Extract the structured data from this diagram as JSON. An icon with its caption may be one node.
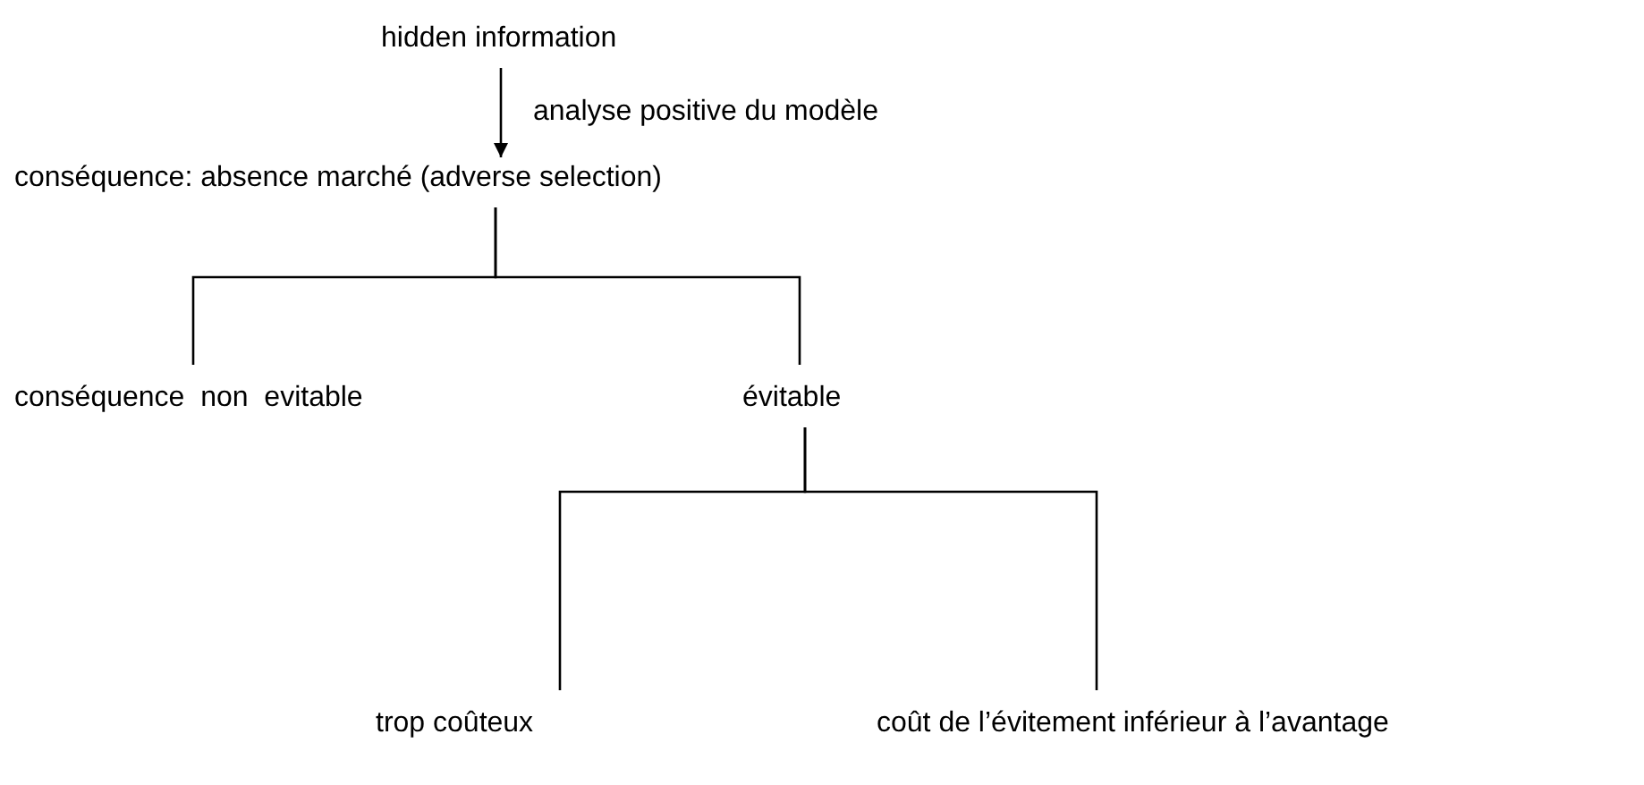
{
  "diagram": {
    "nodes": [
      {
        "text": [
          "hidden information"
        ]
      },
      {
        "text": [
          "conséquence: absence marché (adverse selection)"
        ]
      },
      {
        "text": [
          "conséquence  non  evitable"
        ]
      },
      {
        "text": [
          "évitable"
        ]
      },
      {
        "text": [
          "trop coûteux"
        ]
      },
      {
        "text": [
          "coût de l’évitement inférieur à l’avantage"
        ]
      }
    ],
    "edges": [
      {
        "from": 0,
        "to": 1,
        "arrow": "to",
        "label": "analyse positive du modèle"
      },
      {
        "from": 1,
        "to": 2,
        "arrow": "none"
      },
      {
        "from": 1,
        "to": 3,
        "arrow": "none"
      },
      {
        "from": 3,
        "to": 4,
        "arrow": "none"
      },
      {
        "from": 3,
        "to": 5,
        "arrow": "none"
      }
    ]
  }
}
